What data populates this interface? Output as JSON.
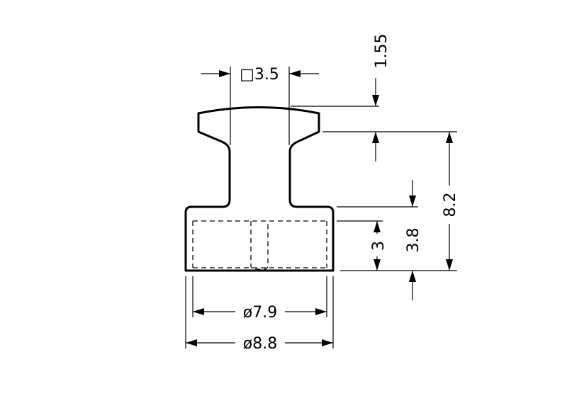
{
  "drawing": {
    "part": "knob / push-pin profile",
    "line_color": "#000000",
    "background": "#ffffff"
  },
  "dimensions": {
    "square_width": "□3.5",
    "head_thickness": "1.55",
    "total_height": "8.2",
    "base_height": "3.8",
    "bore_depth": "3",
    "inner_diameter": "ø7.9",
    "outer_diameter": "ø8.8"
  }
}
